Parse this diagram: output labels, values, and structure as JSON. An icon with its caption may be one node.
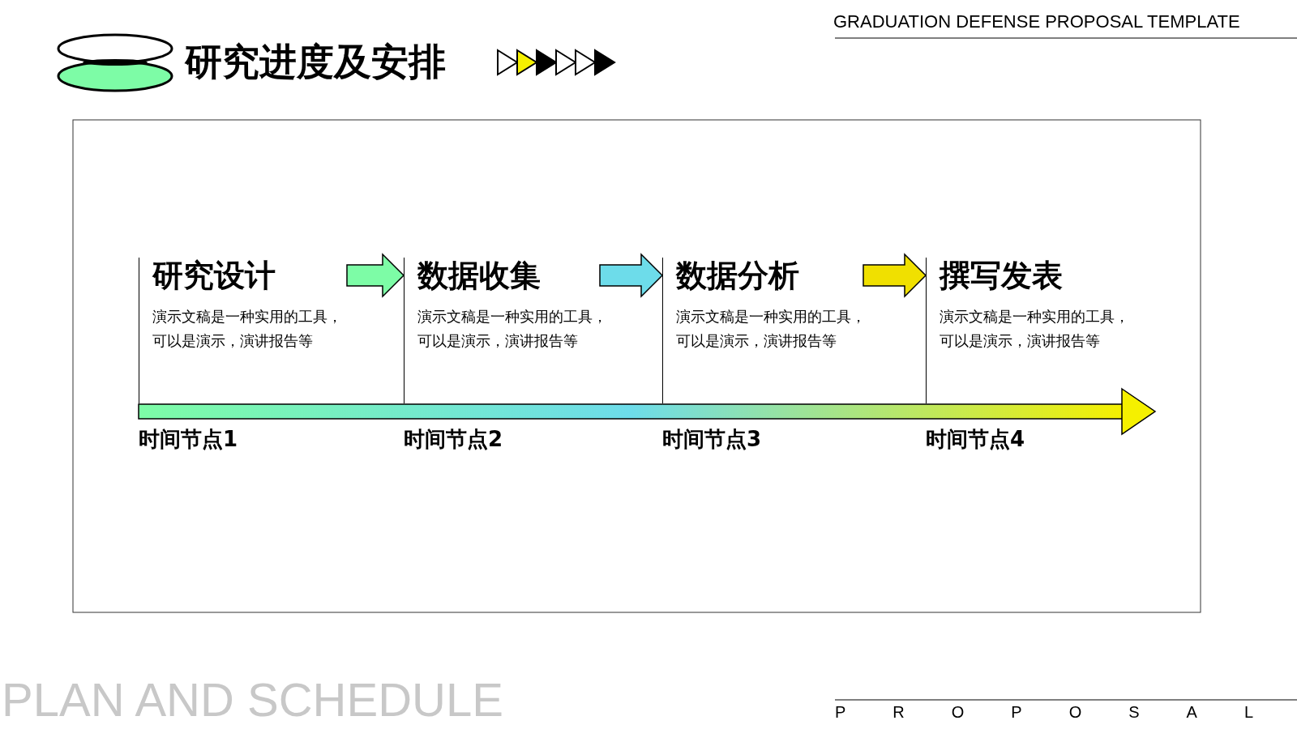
{
  "diagram": {
    "title": "研究进度及安排",
    "nodes": [
      {
        "text": [
          "研究设计",
          "演示文稿是一种实用的工具，可以是演示，演讲报告等"
        ],
        "beside": [
          "时间节点1"
        ]
      },
      {
        "text": [
          "数据收集",
          "演示文稿是一种实用的工具，可以是演示，演讲报告等"
        ],
        "beside": [
          "时间节点2"
        ]
      },
      {
        "text": [
          "数据分析",
          "演示文稿是一种实用的工具，可以是演示，演讲报告等"
        ],
        "beside": [
          "时间节点3"
        ]
      },
      {
        "text": [
          "撰写发表",
          "演示文稿是一种实用的工具，可以是演示，演讲报告等"
        ],
        "beside": [
          "时间节点4"
        ]
      }
    ],
    "edges": [
      {
        "from": 0,
        "to": 1,
        "arrow": "to",
        "color": "#7dfca6"
      },
      {
        "from": 1,
        "to": 2,
        "arrow": "to",
        "color": "#6ddcea"
      },
      {
        "from": 2,
        "to": 3,
        "arrow": "to",
        "color": "#f0e000"
      }
    ],
    "labels": [
      "GRADUATION DEFENSE PROPOSAL TEMPLATE",
      "PLAN AND SCHEDULE",
      "PROPOSAL"
    ]
  }
}
